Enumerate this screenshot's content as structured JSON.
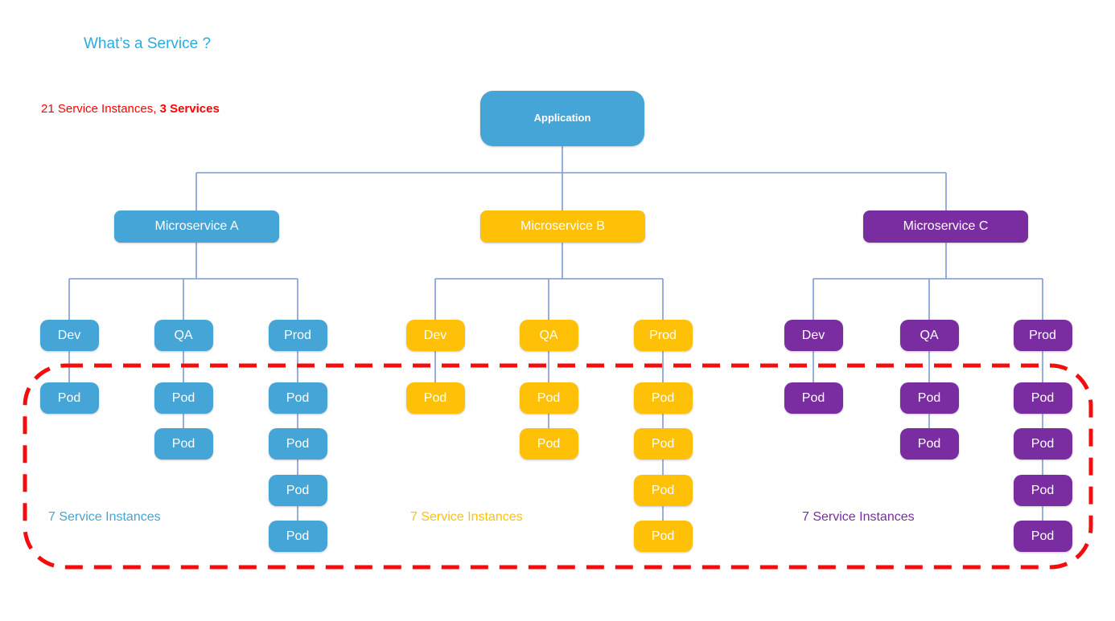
{
  "title": "What’s a Service ?",
  "summary": {
    "prefix": "21 Service Instances, ",
    "bold": "3 Services"
  },
  "colors": {
    "title": "#29ABE2",
    "summary": "#FF0000",
    "boundary": "#F40D0D",
    "connector": "#7E99D4"
  },
  "application": {
    "label": "Application",
    "color": "#45A5D6"
  },
  "groups": [
    {
      "name": "Microservice A",
      "color": "#45A5D6",
      "instances_label": "7 Service Instances",
      "environments": [
        {
          "label": "Dev",
          "pods": [
            "Pod"
          ]
        },
        {
          "label": "QA",
          "pods": [
            "Pod",
            "Pod"
          ]
        },
        {
          "label": "Prod",
          "pods": [
            "Pod",
            "Pod",
            "Pod",
            "Pod"
          ]
        }
      ]
    },
    {
      "name": "Microservice B",
      "color": "#FFC107",
      "instances_label": "7 Service Instances",
      "environments": [
        {
          "label": "Dev",
          "pods": [
            "Pod"
          ]
        },
        {
          "label": "QA",
          "pods": [
            "Pod",
            "Pod"
          ]
        },
        {
          "label": "Prod",
          "pods": [
            "Pod",
            "Pod",
            "Pod",
            "Pod"
          ]
        }
      ]
    },
    {
      "name": "Microservice C",
      "color": "#7A2DA0",
      "instances_label": "7 Service Instances",
      "environments": [
        {
          "label": "Dev",
          "pods": [
            "Pod"
          ]
        },
        {
          "label": "QA",
          "pods": [
            "Pod",
            "Pod"
          ]
        },
        {
          "label": "Prod",
          "pods": [
            "Pod",
            "Pod",
            "Pod",
            "Pod"
          ]
        }
      ]
    }
  ]
}
